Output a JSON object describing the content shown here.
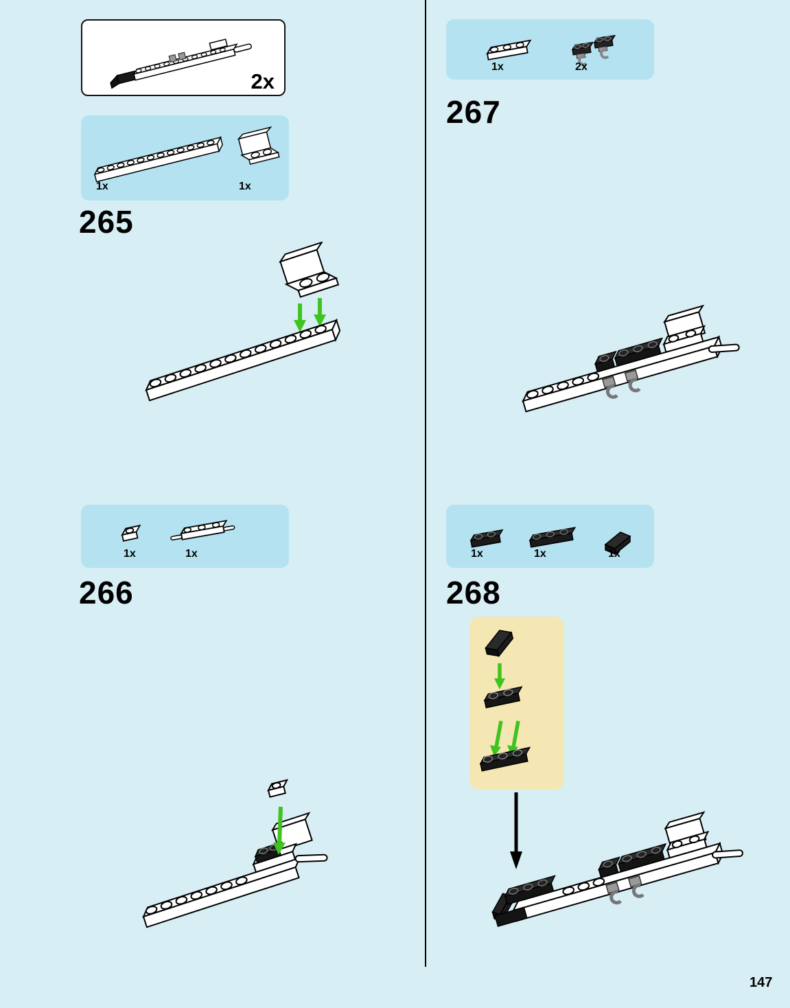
{
  "page": {
    "number": "147"
  },
  "colors": {
    "background": "#d7eef5",
    "callout_blue": "#b4e2f0",
    "inset_tan": "#f5e7b3",
    "arrow_green": "#3fc41f",
    "arrow_black": "#000000"
  },
  "repeat_box": {
    "qty": "2x",
    "part": "rail-assembly-thumbnail"
  },
  "steps": [
    {
      "label": "265",
      "parts": [
        {
          "qty": "1x",
          "part": "plate-1x12-white"
        },
        {
          "qty": "1x",
          "part": "bracket-1x2-white"
        }
      ]
    },
    {
      "label": "266",
      "parts": [
        {
          "qty": "1x",
          "part": "plate-1x1-white"
        },
        {
          "qty": "1x",
          "part": "plate-with-bar-handles-white"
        }
      ]
    },
    {
      "label": "267",
      "parts": [
        {
          "qty": "1x",
          "part": "plate-1x3-white"
        },
        {
          "qty": "2x",
          "part": "plate-1x2-with-clip-dark"
        }
      ]
    },
    {
      "label": "268",
      "parts": [
        {
          "qty": "1x",
          "part": "plate-1x2-black"
        },
        {
          "qty": "1x",
          "part": "plate-1x3-black"
        },
        {
          "qty": "1x",
          "part": "slope-1x2-black"
        }
      ]
    }
  ]
}
